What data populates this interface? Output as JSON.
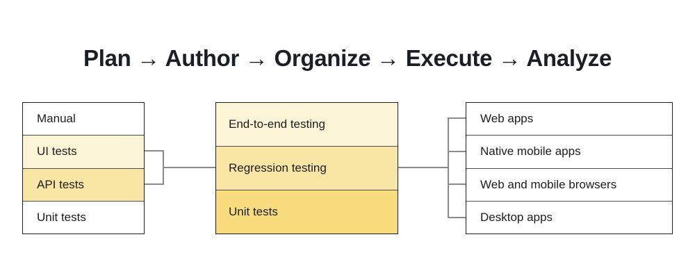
{
  "title": "Plan → Author → Organize → Execute → Analyze",
  "left_table": {
    "rows": [
      {
        "label": "Manual",
        "highlight": "none"
      },
      {
        "label": "UI tests",
        "highlight": "light"
      },
      {
        "label": "API tests",
        "highlight": "medium"
      },
      {
        "label": "Unit tests",
        "highlight": "none"
      }
    ]
  },
  "middle_table": {
    "rows": [
      {
        "label": "End-to-end testing",
        "highlight": "light"
      },
      {
        "label": "Regression testing",
        "highlight": "medium"
      },
      {
        "label": "Unit tests",
        "highlight": "dark"
      }
    ]
  },
  "right_table": {
    "rows": [
      {
        "label": "Web apps"
      },
      {
        "label": "Native mobile apps"
      },
      {
        "label": "Web and mobile browsers"
      },
      {
        "label": "Desktop apps"
      }
    ]
  },
  "colors": {
    "highlight_light": "#FCF4D6",
    "highlight_medium": "#FAE6A4",
    "highlight_dark": "#F9DC7E",
    "connector": "#8a8a8a",
    "border": "#1d1d1d",
    "divider": "#4f4f4f",
    "title_text": "#1b1e24",
    "cell_text": "#1c1c1c",
    "bg": "#ffffff"
  }
}
